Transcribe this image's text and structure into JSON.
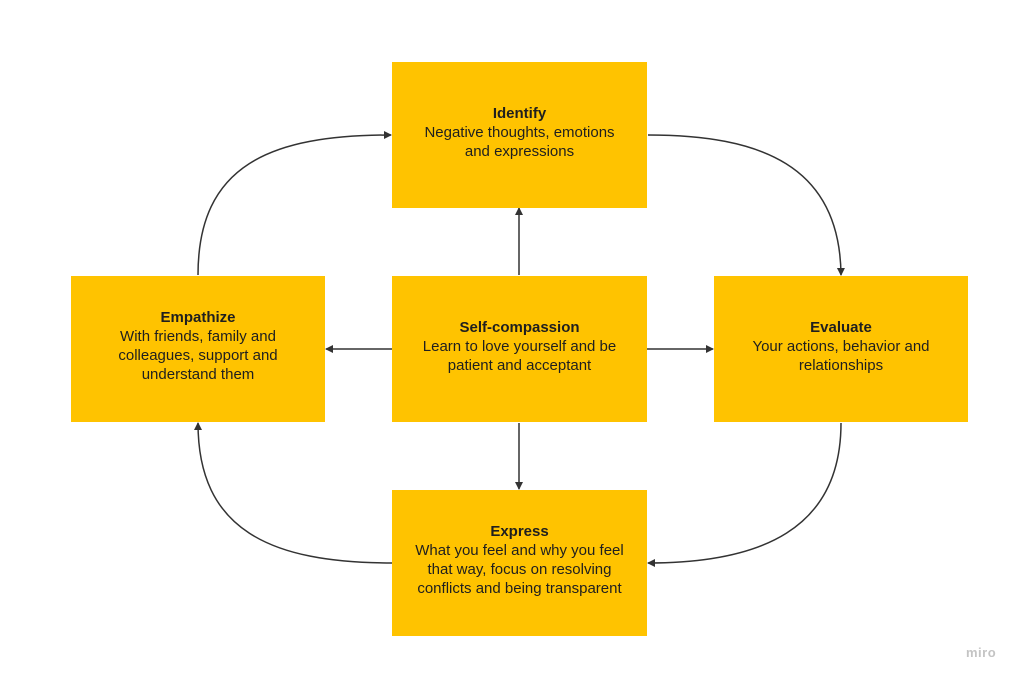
{
  "colors": {
    "node_fill": "#FFC300",
    "connector": "#333333",
    "watermark": "#C4C4C4"
  },
  "nodes": {
    "identify": {
      "title": "Identify",
      "description": "Negative thoughts, emotions\nand expressions"
    },
    "empathize": {
      "title": "Empathize",
      "description": "With friends, family and\ncolleagues, support and\nunderstand them"
    },
    "center": {
      "title": "Self-compassion",
      "description": "Learn to love yourself and be\npatient and acceptant"
    },
    "evaluate": {
      "title": "Evaluate",
      "description": "Your actions, behavior and\nrelationships"
    },
    "express": {
      "title": "Express",
      "description": "What you feel and why you feel\nthat way, focus on resolving\nconflicts and being transparent"
    }
  },
  "connectors": [
    {
      "from": "center",
      "to": "identify"
    },
    {
      "from": "center",
      "to": "empathize"
    },
    {
      "from": "center",
      "to": "evaluate"
    },
    {
      "from": "center",
      "to": "express"
    },
    {
      "from": "identify",
      "to": "evaluate"
    },
    {
      "from": "evaluate",
      "to": "express"
    },
    {
      "from": "express",
      "to": "empathize"
    },
    {
      "from": "empathize",
      "to": "identify"
    }
  ],
  "watermark": "miro"
}
